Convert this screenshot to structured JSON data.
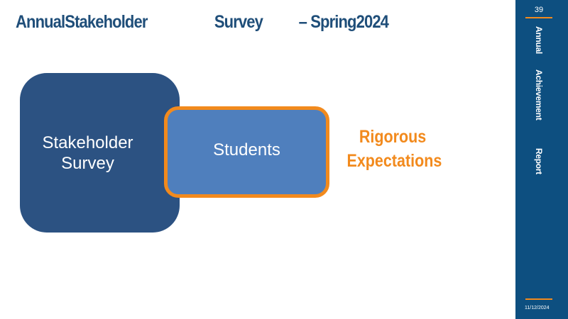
{
  "title": {
    "part1": "AnnualStakeholder",
    "part2": "Survey",
    "part3": "– Spring2024"
  },
  "diagram": {
    "survey_box": {
      "line1": "Stakeholder",
      "line2": "Survey"
    },
    "students_box": {
      "label": "Students"
    },
    "caption": {
      "line1": "Rigorous",
      "line2": "Expectations"
    }
  },
  "sidebar": {
    "page_number": "39",
    "words": [
      "Annual",
      "Achievement",
      "Report"
    ],
    "date": "11/12/2024"
  },
  "colors": {
    "title": "#1f4e79",
    "survey_box": "#2c5282",
    "students_box": "#4f7fbd",
    "accent_orange": "#f28a1d",
    "sidebar": "#0d4f80"
  }
}
